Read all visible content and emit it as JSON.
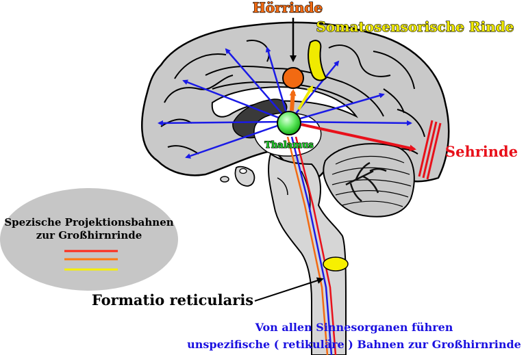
{
  "labels": {
    "hoerrinde": "Hörrinde",
    "somatosensorisch": "Somatosensorische Rinde",
    "sehrinde": "Sehrinde",
    "thalamus": "Thalamus",
    "formatio": "Formatio reticularis"
  },
  "legend": {
    "line1": "Spezische Projektionsbahnen",
    "line2": "zur Großhirnrinde",
    "colors": [
      "#ff2a1a",
      "#ff7a10",
      "#f7f000"
    ]
  },
  "note": {
    "line1": "Von allen Sinnesorganen führen",
    "line2": "unspezifische ( retikuläre ) Bahnen zur Großhirnrinde"
  },
  "colors": {
    "hoerrinde": "#f26a12",
    "somatosensorisch": "#f0ea00",
    "sehrinde": "#e8101a",
    "thalamus": "#1fd028",
    "note": "#1a10e0",
    "projection_arrows": "#1a1ae6"
  }
}
